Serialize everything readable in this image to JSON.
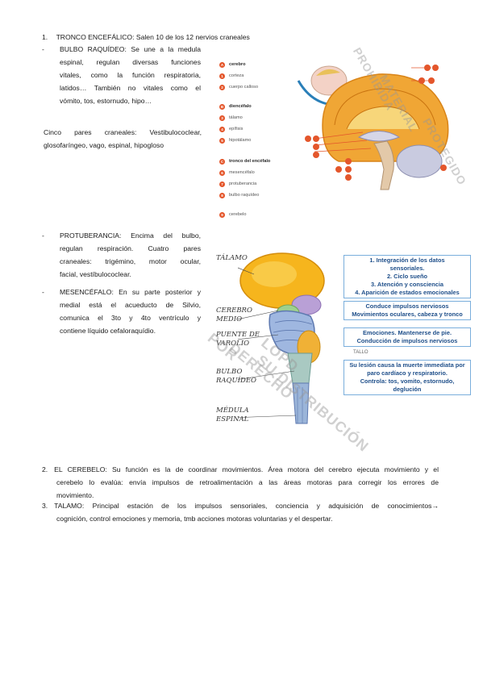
{
  "section1": {
    "number": "1.",
    "title": "TRONCO ENCEFÁLICO:",
    "rest": " Salen 10 de los 12 nervios craneales"
  },
  "bulbo": {
    "bullet": "-",
    "title": "BULBO RAQUÍDEO:",
    "lines": [
      " Se une a la medula",
      "espinal, regulan diversas funciones",
      "vitales, como la función respiratoria,",
      "latidos… También no vitales como el",
      "vómito, tos, estornudo, hipo…"
    ],
    "pares_lines": [
      "Cinco pares craneales: Vestibulococlear,",
      "glosofaríngeo, vago, espinal, hipogloso"
    ]
  },
  "legend": {
    "items": [
      {
        "badge": "A",
        "label": "cerebro",
        "heading": true
      },
      {
        "badge": "1",
        "label": "corteza",
        "heading": false
      },
      {
        "badge": "2",
        "label": "cuerpo calloso",
        "heading": false
      },
      {
        "badge": "B",
        "label": "diencéfalo",
        "heading": true
      },
      {
        "badge": "3",
        "label": "tálamo",
        "heading": false
      },
      {
        "badge": "4",
        "label": "epífisis",
        "heading": false
      },
      {
        "badge": "5",
        "label": "hipotálamo",
        "heading": false
      },
      {
        "badge": "C",
        "label": "tronco del encéfalo",
        "heading": true
      },
      {
        "badge": "6",
        "label": "mesencéfalo",
        "heading": false
      },
      {
        "badge": "7",
        "label": "protuberancia",
        "heading": false
      },
      {
        "badge": "8",
        "label": "bulbo raquídeo",
        "heading": false
      },
      {
        "badge": "9",
        "label": "cerebelo",
        "heading": false
      }
    ]
  },
  "protuberancia": {
    "bullet": "-",
    "title": "PROTUBERANCIA:",
    "lines": [
      " Encima del bulbo,",
      "regulan respiración. Cuatro pares",
      "craneales: trigémino, motor ocular,",
      "facial, vestíbulococlear."
    ]
  },
  "mesencefalo": {
    "bullet": "-",
    "title": "MESENCÉFALO:",
    "lines": [
      " En su parte posterior y",
      "medial está el acueducto de Silvio,",
      "comunica el 3to y 4to ventrículo y",
      "contiene líquido cefaloraquídio."
    ]
  },
  "diagram2": {
    "labels": {
      "talamo": "TÁLAMO",
      "cerebro_medio_1": "CEREBRO",
      "cerebro_medio_2": "MEDIO",
      "puente_1": "PUENTE DE",
      "puente_2": "VAROLIO",
      "bulbo_1": "BULBO",
      "bulbo_2": "RAQUÍDEO",
      "medula_1": "MÉDULA",
      "medula_2": "ESPINAL",
      "tallo": "TALLO"
    },
    "box1": [
      "1. Integración de los datos",
      "sensoriales.",
      "2. Ciclo sueño",
      "3. Atención y consciencia",
      "4. Aparición de estados emocionales"
    ],
    "box2": [
      "Conduce impulsos nerviosos",
      "Movimientos oculares, cabeza y tronco"
    ],
    "box3": [
      "Emociones. Mantenerse de pie.",
      "Conducción de impulsos nerviosos"
    ],
    "box4": [
      "Su lesión causa la muerte immediata por",
      "paro cardíaco y respiratorio.",
      "Controla: tos, vomito, estornudo,",
      "deglución"
    ]
  },
  "watermarks": {
    "top_1": "MATERIAL",
    "top_2": "PROHIBIDA",
    "top_3": "PROTEGIDO",
    "mid_1": "POR",
    "mid_2": "DERECHO",
    "mid_3": "LOPD",
    "mid_4": "SU DISTRIBUCIÓN"
  },
  "section2": {
    "number": "2.",
    "title": "EL CEREBELO:",
    "lines": [
      " Su función es la de coordinar movimientos. Área motora del cerebro ejecuta movimiento y el",
      "cerebelo lo evalúa: envía impulsos de retroalimentación a las áreas motoras para corregir los errores de",
      "movimiento."
    ]
  },
  "section3": {
    "number": "3.",
    "title": "TALAMO:",
    "lines": [
      " Principal estación de los impulsos sensoriales, conciencia y adquisición de conocimientos→",
      "cognición, control emociones y memoria, tmb acciones motoras voluntarias y el despertar."
    ]
  }
}
